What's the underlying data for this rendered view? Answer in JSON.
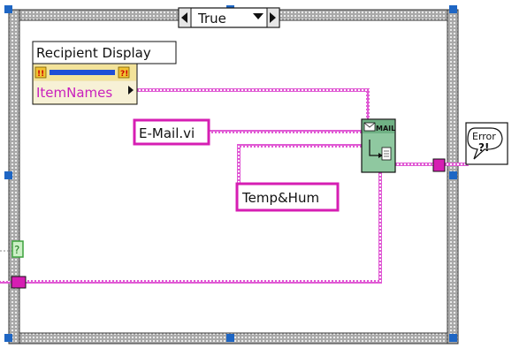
{
  "case_structure": {
    "selector_value": "True"
  },
  "property_node": {
    "reference_label": "Recipient Display",
    "property_label": "ItemNames"
  },
  "constants": {
    "vi_name": "E-Mail.vi",
    "string_value": "Temp&Hum"
  },
  "mail_node": {
    "caption": "MAIL"
  },
  "error_handler": {
    "line1": "Error",
    "line2": "?!"
  },
  "terminals": {
    "boolean_glyph": "?"
  },
  "colors": {
    "string_wire": "#e05ad4",
    "case_border_fill": "#a9a9a9",
    "case_border_dots": "#ffffff",
    "tunnel": "#d61eb3",
    "tunnel_border": "#111111",
    "corner_handle": "#1e66c4",
    "mail_node_bg": "#8fc8a0",
    "boolean_terminal": "#3da23d"
  },
  "icons": {
    "selector_left": "triangle-left-icon",
    "selector_right": "triangle-right-icon",
    "dropdown": "triangle-down-icon",
    "mail": "envelope-icon",
    "refnum_warning": "warning-icon",
    "error": "speech-bubble-icon"
  }
}
